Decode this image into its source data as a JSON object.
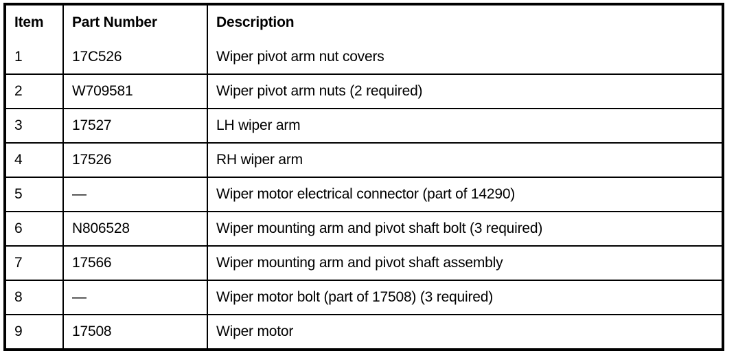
{
  "table": {
    "name": "wiper-system-parts-list",
    "columns": [
      {
        "key": "item",
        "label": "Item"
      },
      {
        "key": "part_number",
        "label": "Part Number"
      },
      {
        "key": "description",
        "label": "Description"
      }
    ],
    "rows": [
      {
        "item": "1",
        "part_number": "17C526",
        "description": "Wiper pivot arm nut covers"
      },
      {
        "item": "2",
        "part_number": "W709581",
        "description": "Wiper pivot arm nuts (2 required)"
      },
      {
        "item": "3",
        "part_number": "17527",
        "description": "LH wiper arm"
      },
      {
        "item": "4",
        "part_number": "17526",
        "description": "RH wiper arm"
      },
      {
        "item": "5",
        "part_number": "—",
        "description": "Wiper motor electrical connector (part of 14290)"
      },
      {
        "item": "6",
        "part_number": "N806528",
        "description": "Wiper mounting arm and pivot shaft bolt (3 required)"
      },
      {
        "item": "7",
        "part_number": "17566",
        "description": "Wiper mounting arm and pivot shaft assembly"
      },
      {
        "item": "8",
        "part_number": "—",
        "description": "Wiper motor bolt (part of 17508) (3 required)"
      },
      {
        "item": "9",
        "part_number": "17508",
        "description": "Wiper motor"
      }
    ]
  },
  "colors": {
    "border": "#000000",
    "text": "#000000",
    "background": "#ffffff"
  }
}
